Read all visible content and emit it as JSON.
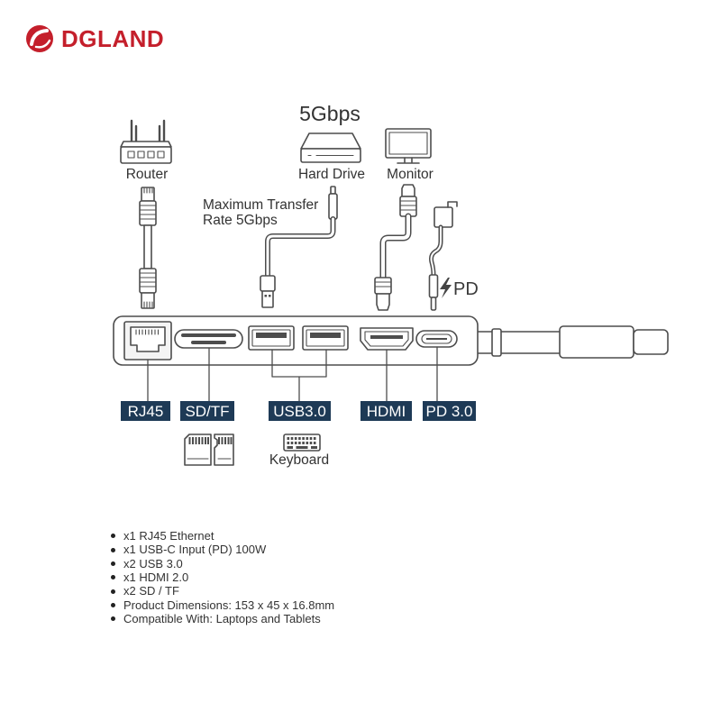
{
  "brand": {
    "name": "DGLAND",
    "color": "#c41f2b"
  },
  "theme": {
    "line_color": "#4d4d4d",
    "label_bg": "#1e3a56",
    "label_text": "#ffffff",
    "text_color": "#333333"
  },
  "header": {
    "speed": "5Gbps"
  },
  "devices": {
    "router": "Router",
    "hard_drive": "Hard Drive",
    "monitor": "Monitor",
    "keyboard": "Keyboard"
  },
  "transfer_note": {
    "line1": "Maximum Transfer",
    "line2": "Rate 5Gbps"
  },
  "power": {
    "label": "PD"
  },
  "ports": [
    {
      "label": "RJ45"
    },
    {
      "label": "SD/TF"
    },
    {
      "label": "USB3.0"
    },
    {
      "label": "HDMI"
    },
    {
      "label": "PD 3.0"
    }
  ],
  "features": [
    "x1 RJ45 Ethernet",
    "x1 USB-C Input (PD) 100W",
    "x2 USB 3.0",
    "x1 HDMI 2.0",
    "x2 SD / TF",
    "Product Dimensions: 153 x 45 x 16.8mm",
    "Compatible With: Laptops and Tablets"
  ],
  "icons": [
    "router-icon",
    "hard-drive-icon",
    "monitor-icon",
    "power-adapter-icon",
    "lightning-icon",
    "sd-card-icon",
    "micro-sd-card-icon",
    "keyboard-icon"
  ]
}
